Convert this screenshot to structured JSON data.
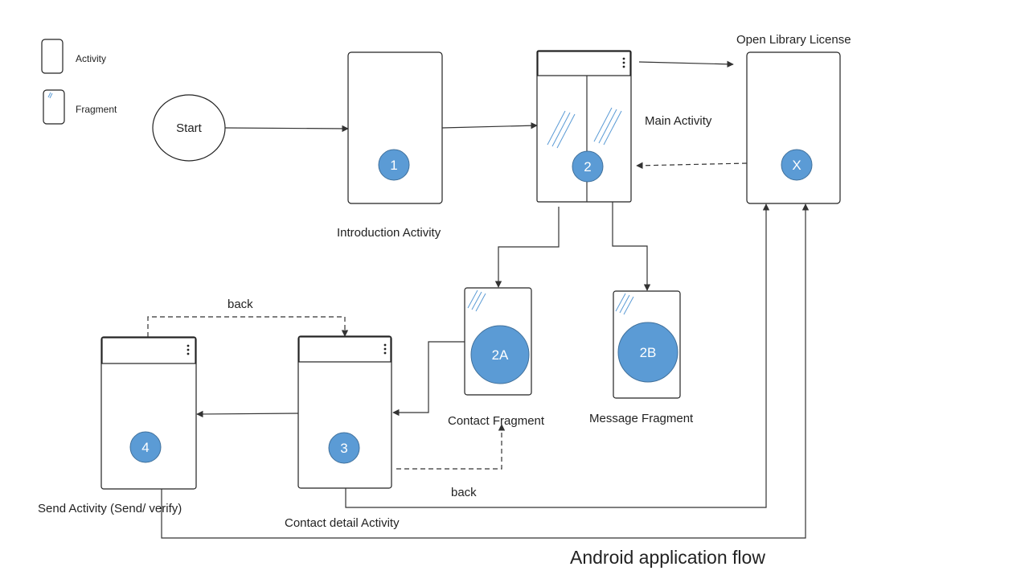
{
  "legend": {
    "activity": "Activity",
    "fragment": "Fragment"
  },
  "nodes": {
    "start": "Start",
    "introduction": {
      "badge": "1",
      "label": "Introduction Activity"
    },
    "main": {
      "badge": "2",
      "label": "Main Activity"
    },
    "license": {
      "badge": "X",
      "label": "Open Library License"
    },
    "contact_fragment": {
      "badge": "2A",
      "label": "Contact Fragment"
    },
    "message_fragment": {
      "badge": "2B",
      "label": "Message Fragment"
    },
    "contact_detail": {
      "badge": "3",
      "label": "Contact detail Activity"
    },
    "send": {
      "badge": "4",
      "label": "Send Activity (Send/ verify)"
    }
  },
  "edges": {
    "back_top": "back",
    "back_bottom": "back"
  },
  "caption": "Android application flow",
  "colors": {
    "badge_fill": "#5b9bd5",
    "hatch": "#5b9bd5"
  }
}
